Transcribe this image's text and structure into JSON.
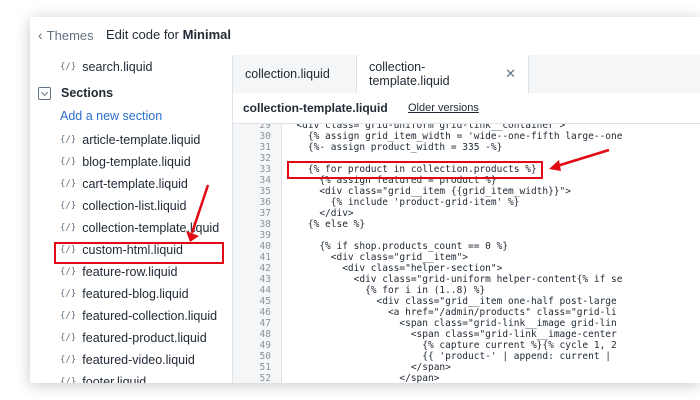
{
  "header": {
    "back_label": "Themes",
    "title_prefix": "Edit code for ",
    "theme_name": "Minimal"
  },
  "sidebar": {
    "top_item": "search.liquid",
    "section_title": "Sections",
    "add_link": "Add a new section",
    "items": [
      "article-template.liquid",
      "blog-template.liquid",
      "cart-template.liquid",
      "collection-list.liquid",
      "collection-template.liquid",
      "custom-html.liquid",
      "feature-row.liquid",
      "featured-blog.liquid",
      "featured-collection.liquid",
      "featured-product.liquid",
      "featured-video.liquid",
      "footer.liquid"
    ],
    "file_icon": "{/}"
  },
  "tabs": [
    {
      "label": "collection.liquid"
    },
    {
      "label": "collection-template.liquid"
    }
  ],
  "filebar": {
    "filename": "collection-template.liquid",
    "older_versions": "Older versions"
  },
  "code": {
    "line_numbers": [
      "29",
      "30",
      "31",
      "32",
      "33",
      "34",
      "35",
      "36",
      "37",
      "38",
      "39",
      "40",
      "41",
      "42",
      "43",
      "44",
      "45",
      "46",
      "47",
      "48",
      "49",
      "50",
      "51",
      "52"
    ],
    "lines": [
      "  <div class=\"grid-uniform grid-link__container\">",
      "    {% assign grid_item_width = 'wide--one-fifth large--one",
      "    {%- assign product_width = 335 -%}",
      "",
      "    {% for product in collection.products %}",
      "      {% assign featured = product %}",
      "      <div class=\"grid__item {{grid_item_width}}\">",
      "        {% include 'product-grid-item' %}",
      "      </div>",
      "    {% else %}",
      "",
      "      {% if shop.products_count == 0 %}",
      "        <div class=\"grid__item\">",
      "          <div class=\"helper-section\">",
      "            <div class=\"grid-uniform helper-content{% if se",
      "              {% for i in (1..8) %}",
      "                <div class=\"grid__item one-half post-large",
      "                  <a href=\"/admin/products\" class=\"grid-li",
      "                    <span class=\"grid-link__image grid-lin",
      "                      <span class=\"grid-link__image-center",
      "                        {% capture current %}{% cycle 1, 2",
      "                        {{ 'product-' | append: current | ",
      "                      </span>",
      "                    </span>"
    ]
  },
  "colors": {
    "highlight": "#e10a14",
    "link": "#2c6ecb"
  }
}
